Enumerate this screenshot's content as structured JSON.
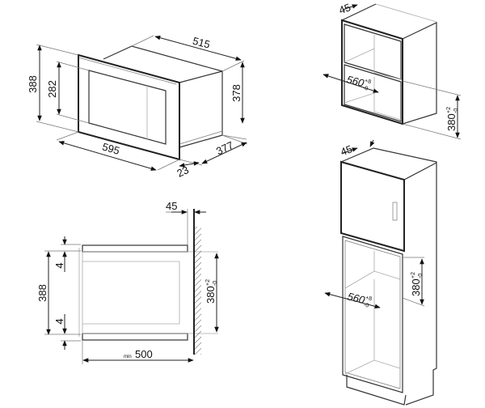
{
  "oven_iso": {
    "width": "515",
    "height_front": "388",
    "height_window": "282",
    "height_body": "378",
    "front_width": "595",
    "depth": "377",
    "panel_depth": "23"
  },
  "section": {
    "clearance": "45",
    "height_front": "388",
    "gap_top": "4",
    "gap_bottom": "4",
    "niche_height": "380",
    "niche_tol_upper": "+2",
    "niche_tol_lower": "-0",
    "min_prefix": "min",
    "min_depth": "500"
  },
  "wall_cabinet": {
    "clearance": "45",
    "niche_width": "560",
    "width_tol_upper": "+8",
    "width_tol_lower": "-0",
    "niche_height": "380",
    "height_tol_upper": "+2",
    "height_tol_lower": "-0"
  },
  "tall_cabinet": {
    "clearance": "45",
    "niche_width": "560",
    "width_tol_upper": "+8",
    "width_tol_lower": "-0",
    "niche_height": "380",
    "height_tol_upper": "+2",
    "height_tol_lower": "-0"
  }
}
